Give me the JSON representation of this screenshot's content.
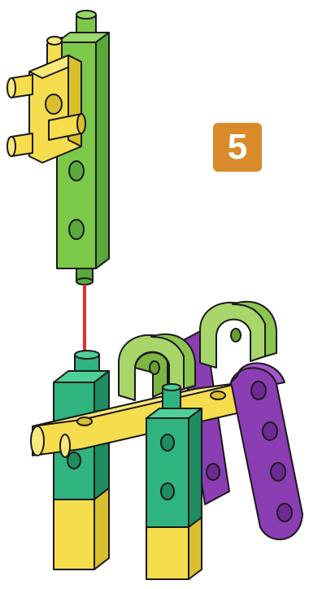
{
  "step": {
    "number": "5"
  },
  "colors": {
    "green": "#7cc94a",
    "green_dark": "#5aa93a",
    "yellow": "#f5dd4e",
    "yellow_dark": "#d9bf2d",
    "teal": "#2fb37f",
    "teal_dark": "#1f8d61",
    "lime": "#a8d66a",
    "purple": "#8b3db3",
    "purple_dark": "#6e2a92",
    "guide_line": "#e03030",
    "outline": "#1a1a1a",
    "badge": "#d98a2b"
  },
  "parts": {
    "upper": "green-post-with-yellow-connector",
    "lower": "base-assembly",
    "guide": "alignment-line"
  }
}
